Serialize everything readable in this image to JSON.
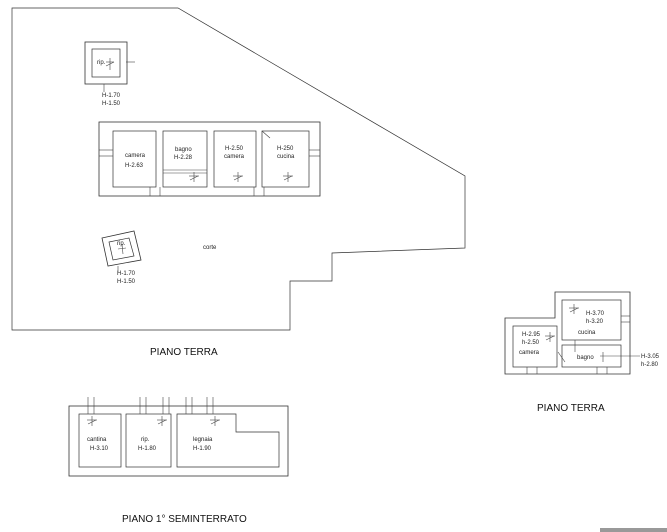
{
  "site": {
    "title": "PIANO TERRA",
    "corte_label": "corte"
  },
  "rooms_ground": {
    "rip_top": {
      "label": "rip.",
      "h1": "H-1.70",
      "h2": "H-1.50"
    },
    "camera": {
      "label": "camera",
      "h": "H-2.63"
    },
    "bagno": {
      "label": "bagno",
      "h": "H-2.28"
    },
    "camera2": {
      "h": "H-2.50",
      "label": "camera"
    },
    "cucina": {
      "h": "H-250",
      "label": "cucina"
    },
    "rip_small": {
      "label": "rip.",
      "h1": "H-1.70",
      "h2": "H-1.50"
    }
  },
  "semi": {
    "title": "PIANO 1° SEMINTERRATO",
    "cantina": {
      "label": "cantina",
      "h": "H-3.10"
    },
    "rip": {
      "label": "rip.",
      "h": "H-1.80"
    },
    "legnaia": {
      "label": "legnaia",
      "h": "H-1.90"
    }
  },
  "right": {
    "title": "PIANO TERRA",
    "cucina": {
      "h1": "H-3.70",
      "h2": "h-3.20",
      "label": "cucina"
    },
    "camera": {
      "h1": "H-2.95",
      "h2": "h-2.50",
      "label": "camera"
    },
    "bagno": {
      "label": "bagno",
      "h1": "H-3.05",
      "h2": "h-2.80"
    }
  }
}
